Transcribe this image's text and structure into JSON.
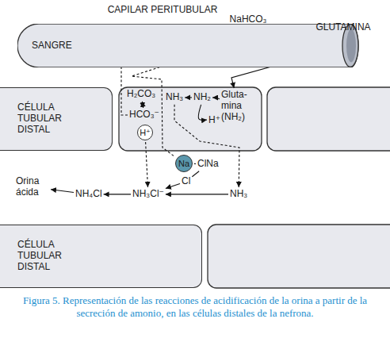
{
  "diagram": {
    "caption": "Figura 5. Representación de las reacciones de acidificación de la orina a partir de la secreción de amonio, en las células distales de la nefrona.",
    "nodes": [
      {
        "text": [
          "CAPILAR PERITUBULAR",
          "SANGRE"
        ]
      },
      {
        "text": [
          "NaHCO₃"
        ],
        "in": 0
      },
      {
        "text": [
          "GLUTAMINA"
        ],
        "in": 0
      },
      {
        "text": [
          "CÉLULA TUBULAR DISTAL"
        ]
      },
      {
        "text": [
          "H₂CO₃"
        ]
      },
      {
        "text": [
          "HCO₃⁻"
        ]
      },
      {
        "text": [
          "NH₃"
        ]
      },
      {
        "text": [
          "NH₂"
        ]
      },
      {
        "text": [
          "Gluta- mina (NH₂)"
        ]
      },
      {
        "text": [
          "H⁺"
        ]
      },
      {
        "text": [
          "H⁺"
        ]
      },
      {
        "text": [
          "Na"
        ]
      },
      {
        "text": [
          "ClNa"
        ]
      },
      {
        "text": [
          "Cl"
        ]
      },
      {
        "text": [
          "NH₃Cl⁻"
        ]
      },
      {
        "text": [
          "NH₃"
        ]
      },
      {
        "text": [
          "NH₄Cl"
        ]
      },
      {
        "text": [
          "Orina ácida"
        ]
      },
      {
        "text": [
          "CÉLULA TUBULAR DISTAL"
        ]
      }
    ],
    "edges": [
      {
        "from": 2,
        "to": 8,
        "arrow": "to"
      },
      {
        "from": 8,
        "to": 7,
        "arrow": "to"
      },
      {
        "from": 7,
        "to": 6,
        "arrow": "to"
      },
      {
        "from": 7,
        "to": 10,
        "arrow": "to"
      },
      {
        "from": 4,
        "to": 5,
        "arrow": "both"
      },
      {
        "from": 5,
        "to": 1,
        "arrow": "to"
      },
      {
        "from": 11,
        "to": 1,
        "arrow": "to"
      },
      {
        "from": 9,
        "to": 14,
        "arrow": "to"
      },
      {
        "from": 12,
        "to": 11,
        "arrow": "none"
      },
      {
        "from": 12,
        "to": 13,
        "arrow": "none"
      },
      {
        "from": 13,
        "to": 14,
        "arrow": "to"
      },
      {
        "from": 6,
        "to": 15,
        "arrow": "to"
      },
      {
        "from": 15,
        "to": 14,
        "arrow": "to"
      },
      {
        "from": 14,
        "to": 16,
        "arrow": "to"
      },
      {
        "from": 16,
        "to": 17,
        "arrow": "to"
      }
    ]
  }
}
